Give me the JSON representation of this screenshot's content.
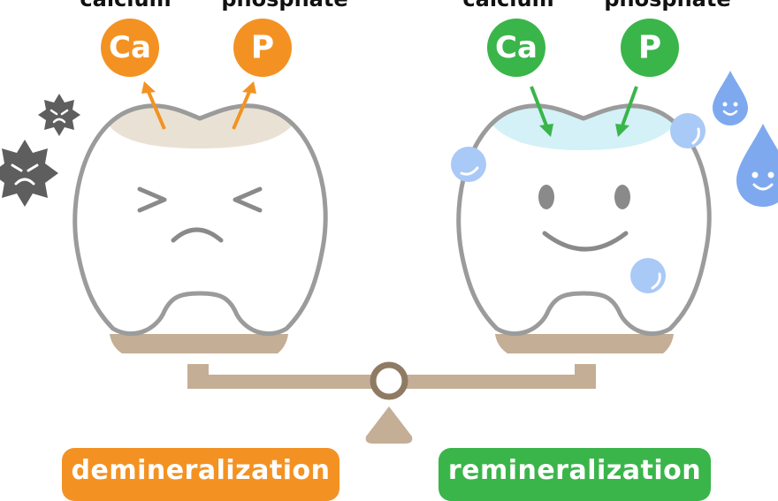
{
  "labels": {
    "left_calcium": "calcium",
    "left_phosphate": "phosphate",
    "right_calcium": "calcium",
    "right_phosphate": "phosphate"
  },
  "ions": {
    "left_ca": "Ca",
    "left_p": "P",
    "right_ca": "Ca",
    "right_p": "P"
  },
  "badges": {
    "demineralization": "demineralization",
    "remineralization": "remineralization"
  },
  "colors": {
    "orange": "#f39223",
    "green": "#3ab54a",
    "tooth_outline": "#9b9b9b",
    "enamel_loss": "#e9e2d4",
    "enamel_gain": "#d3f1f7",
    "scale": "#c4ae95",
    "bacteria": "#5e5e5e",
    "water": "#7ea9ef",
    "bubble": "#a9c9f6"
  }
}
